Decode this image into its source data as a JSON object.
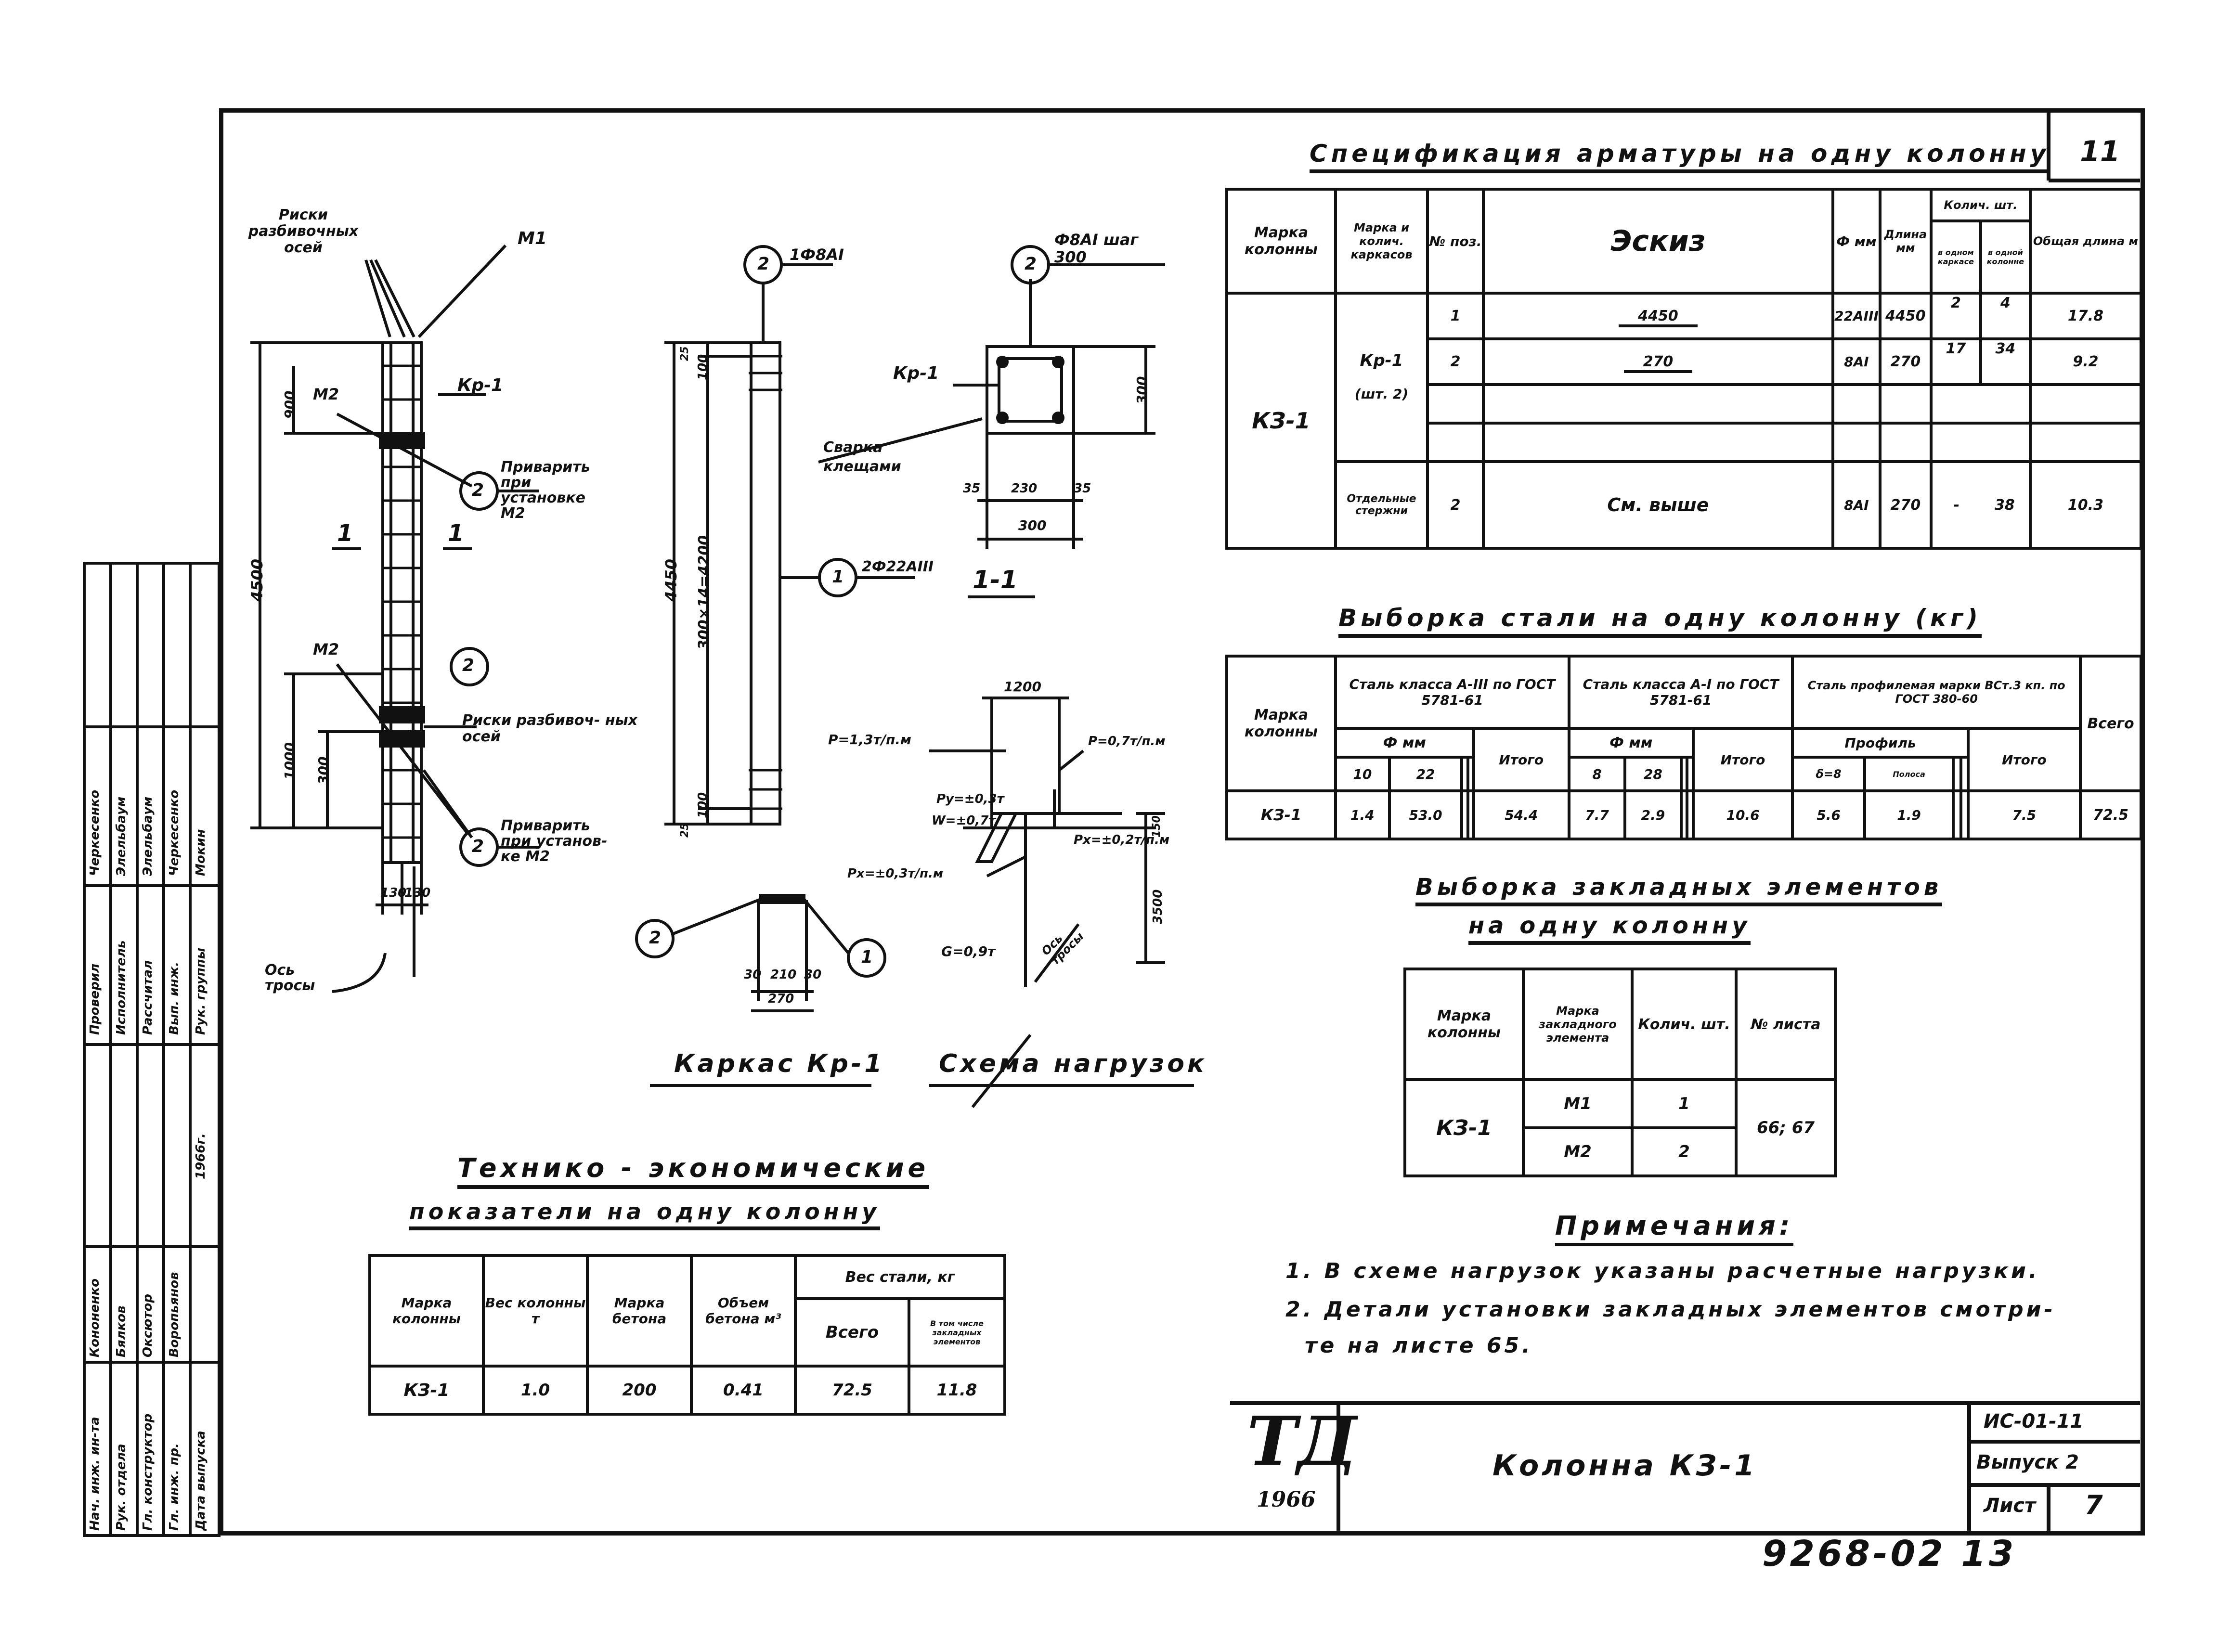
{
  "sheet_number": "11",
  "title_block": {
    "logo": "ТД",
    "year": "1966",
    "name": "Колонна КЗ-1",
    "series": "ИС-01-11",
    "issue": "Выпуск 2",
    "sheet_label": "Лист",
    "sheet_no": "7",
    "archive_no": "9268-02 13"
  },
  "side_stamp": {
    "roles": [
      "Рук. группы",
      "Вып. инж.",
      "Рассчитал",
      "Исполнитель",
      "Проверил"
    ],
    "names": [
      "Мокин",
      "Черкесенко",
      "Элельбаум",
      "Элельбаум",
      "Черкесенко"
    ],
    "roles2": [
      "Нач. инж. ин-та",
      "Рук. отдела",
      "Гл. конструктор",
      "Гл. инж. пр.",
      "Дата выпуска"
    ],
    "names2": [
      "Кононенко",
      "Бялков",
      "Оксютор",
      "Воропьянов"
    ],
    "date": "1966г."
  },
  "drawing_labels": {
    "riski": "Риски разбивочных осей",
    "m1": "М1",
    "m2": "М2",
    "kr1": "Кр-1",
    "privarit_1": "Приварить при установке М2",
    "riski_2": "Риски разбивоч- ных осей",
    "privarit_2": "Приварить при установ- ке М2",
    "os_trosa": "Ось тросы",
    "section_mark": "1",
    "dim_4500": "4500",
    "dim_900": "900",
    "dim_1000": "1000",
    "dim_300": "300",
    "dim_130a": "130",
    "dim_130b": "130",
    "d_4450": "4450",
    "d_300x14": "300×14=4200",
    "d_100a": "100",
    "d_100b": "100",
    "d_25a": "25",
    "d_25b": "25",
    "pos2_top": "1Ф8АI",
    "pos1_bar": "2Ф22АIII",
    "svarka": "Сварка клещами",
    "frame_caption": "Каркас Кр-1",
    "frame_dims": [
      "30",
      "210",
      "30"
    ],
    "frame_270": "270",
    "sec_title": "1-1",
    "sec_note": "Ф8АI шаг 300",
    "sec_dims": [
      "35",
      "230",
      "35"
    ],
    "sec_300w": "300",
    "sec_300h": "300",
    "load_caption": "Схема нагрузок",
    "load_1200": "1200",
    "load_p1": "Р=1,3т/п.м",
    "load_p2": "Р=0,7т/п.м",
    "load_py": "Ру=±0,3т",
    "load_w": "W=±0,7т",
    "load_px1": "Рх=±0,3т/п.м",
    "load_px2": "Рх=±0,2т/п.м",
    "load_g": "G=0,9т",
    "load_os": "Ось тросы",
    "load_150": "150",
    "load_3500": "3500",
    "num_1": "1",
    "num_2": "2"
  },
  "spec_table": {
    "title": "Спецификация арматуры на одну колонну",
    "headers": [
      "Марка колонны",
      "Марка и колич. каркасов",
      "№ поз.",
      "Эскиз",
      "Ф мм",
      "Длина мм",
      "Колич. шт.",
      "Общая длина м"
    ],
    "sub_headers": [
      "в одном каркасе",
      "в одной колонне"
    ],
    "column_mark": "КЗ-1",
    "frame": "Кр-1",
    "frame_qty": "(шт. 2)",
    "separate": "Отдельные стержни",
    "rows": [
      {
        "pos": "1",
        "sketch": "4450",
        "dia": "22АIII",
        "len": "4450",
        "q1": "2",
        "q2": "4",
        "total": "17.8"
      },
      {
        "pos": "2",
        "sketch": "270",
        "dia": "8АI",
        "len": "270",
        "q1": "17",
        "q2": "34",
        "total": "9.2"
      },
      {
        "pos": "2",
        "sketch": "См. выше",
        "dia": "8АI",
        "len": "270",
        "q1": "-",
        "q2": "38",
        "total": "10.3"
      }
    ]
  },
  "steel_table": {
    "title": "Выборка стали на одну колонну (кг)",
    "h_mark": "Марка колонны",
    "h_a3": "Сталь класса А-III по ГОСТ 5781-61",
    "h_a1": "Сталь класса А-I по ГОСТ 5781-61",
    "h_prof": "Сталь профилемая марки ВСт.3 кп. по ГОСТ 380-60",
    "h_total": "Всего",
    "h_dia": "Ф мм",
    "h_profile": "Профиль",
    "h_itogo": "Итого",
    "d_a3": [
      "10",
      "22",
      "",
      ""
    ],
    "d_a1": [
      "8",
      "28",
      "",
      ""
    ],
    "d_prof": [
      "δ=8",
      "Полоса",
      "",
      ""
    ],
    "row": {
      "mark": "КЗ-1",
      "a3": [
        "1.4",
        "53.0",
        "",
        ""
      ],
      "a3_total": "54.4",
      "a1": [
        "7.7",
        "2.9",
        "",
        ""
      ],
      "a1_total": "10.6",
      "prof": [
        "5.6",
        "1.9",
        "",
        ""
      ],
      "prof_total": "7.5",
      "total": "72.5"
    }
  },
  "embed_table": {
    "title1": "Выборка закладных элементов",
    "title2": "на одну колонну",
    "headers": [
      "Марка колонны",
      "Марка закладного элемента",
      "Колич. шт.",
      "№ листа"
    ],
    "mark": "КЗ-1",
    "rows": [
      {
        "el": "М1",
        "qty": "1"
      },
      {
        "el": "М2",
        "qty": "2"
      }
    ],
    "sheets": "66; 67"
  },
  "tech_table": {
    "title1": "Технико - экономические",
    "title2": "показатели на одну колонну",
    "headers": [
      "Марка колонны",
      "Вес колонны т",
      "Марка бетона",
      "Объем бетона м³",
      "Вес стали, кг",
      "Всего",
      "В том числе закладных элементов"
    ],
    "row": [
      "КЗ-1",
      "1.0",
      "200",
      "0.41",
      "72.5",
      "11.8"
    ]
  },
  "notes": {
    "title": "Примечания:",
    "lines": [
      "1. В схеме нагрузок указаны расчетные нагрузки.",
      "2. Детали установки закладных элементов смотри-",
      "те на листе 65."
    ]
  }
}
